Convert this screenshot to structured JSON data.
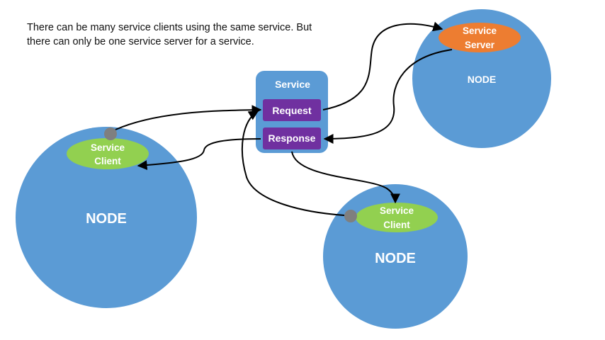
{
  "caption": {
    "line1": "There can be many service clients using the same service. But",
    "line2": "there can only be one service server for a service."
  },
  "service": {
    "title": "Service",
    "request_label": "Request",
    "response_label": "Response"
  },
  "left_node": {
    "label": "NODE",
    "client_line1": "Service",
    "client_line2": "Client"
  },
  "bottom_node": {
    "label": "NODE",
    "client_line1": "Service",
    "client_line2": "Client"
  },
  "server_node": {
    "label": "NODE",
    "server_line1": "Service",
    "server_line2": "Server"
  },
  "colors": {
    "node_blue": "#5b9bd5",
    "client_green": "#92d050",
    "server_orange": "#ed7d31",
    "service_box": "#5b9bd5",
    "request_purple": "#7030a0",
    "connector_gray": "#7f7f7f",
    "arrow": "#000000"
  }
}
